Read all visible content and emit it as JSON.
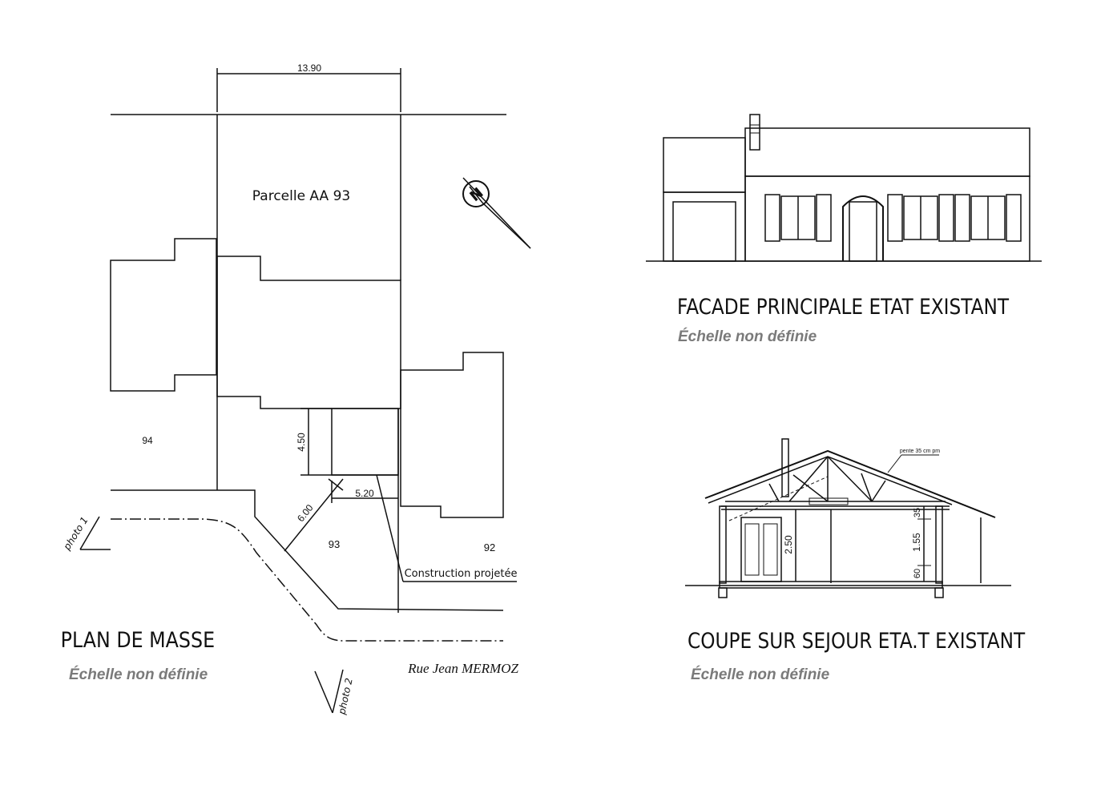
{
  "plan_de_masse": {
    "title": "PLAN DE MASSE",
    "scale": "Échelle non définie",
    "labels": {
      "dim_top": "13.90",
      "parcel": "Parcelle AA 93",
      "lot_94": "94",
      "lot_93": "93",
      "lot_92": "92",
      "dim_450": "4.50",
      "dim_520": "5.20",
      "dim_600": "6.00",
      "construction": "Construction projetée",
      "photo1": "photo 1",
      "photo2": "photo 2",
      "street": "Rue Jean MERMOZ"
    },
    "north_label": "N"
  },
  "facade": {
    "title": "FACADE PRINCIPALE ETAT EXISTANT",
    "scale": "Échelle non définie"
  },
  "coupe": {
    "title": "COUPE SUR SEJOUR ETA.T EXISTANT",
    "scale": "Échelle non définie",
    "labels": {
      "pente": "pente 35 cm pm",
      "h250": "2.50",
      "h155": "1.55",
      "h35": "35",
      "h60": "60"
    }
  }
}
